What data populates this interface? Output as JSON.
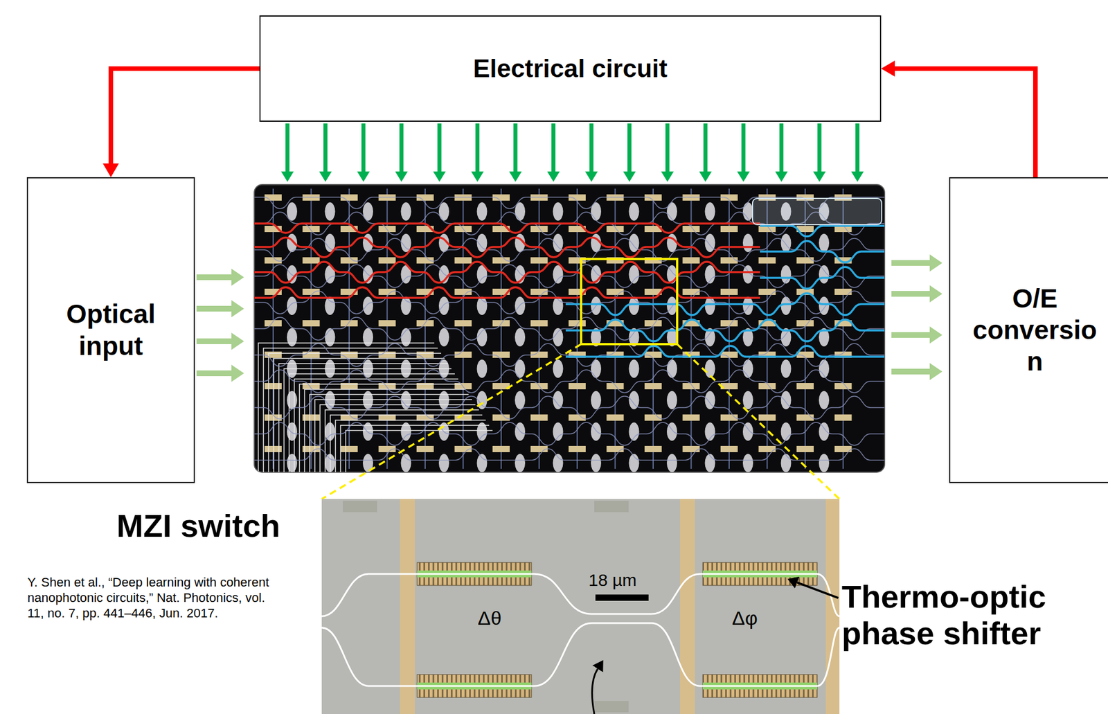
{
  "diagram": {
    "nodes": [
      {
        "text": [
          "Electrical circuit"
        ]
      },
      {
        "text": [
          "Optical input"
        ]
      },
      {
        "text": [
          "O/E conversio n"
        ]
      }
    ],
    "edges": [
      {
        "from": 0,
        "to": 1,
        "arrow": "to"
      },
      {
        "from": 2,
        "to": 0,
        "arrow": "to"
      }
    ],
    "labels": [
      "MZI switch",
      "Y. Shen et al., “Deep learning with coherent nanophotonic circuits,” Nat. Photonics, vol. 11, no. 7, pp. 441–446, Jun. 2017.",
      "18 µm",
      "Δθ",
      "Δφ",
      "Thermo-optic phase shifter"
    ]
  }
}
